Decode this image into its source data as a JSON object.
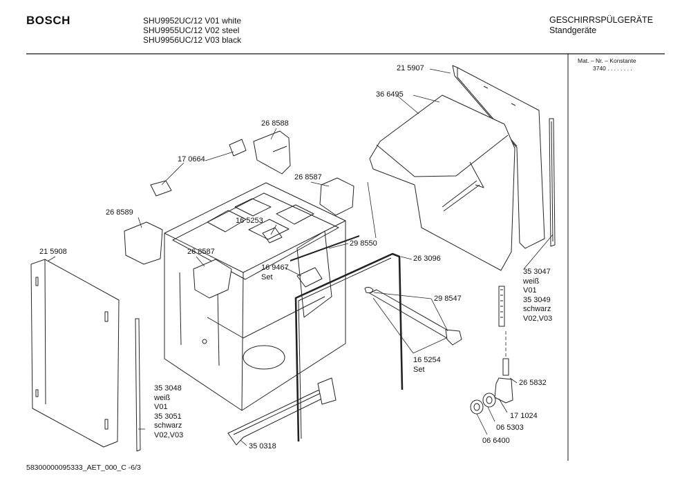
{
  "header": {
    "brand": "BOSCH",
    "models": [
      "SHU9952UC/12 V01 white",
      "SHU9955UC/12 V02 steel",
      "SHU9956UC/12 V03 black"
    ],
    "category_title": "GESCHIRRSPÜLGERÄTE",
    "category_sub": "Standgeräte"
  },
  "side_box": {
    "line1": "Mat. – Nr. – Konstante",
    "line2": "3740 . . . . . . . ."
  },
  "footer": {
    "doc_id": "58300000095333_AET_000_C -6/3"
  },
  "parts": {
    "p215907": "21 5907",
    "p366495": "36 6495",
    "p268588": "26 8588",
    "p170664": "17 0664",
    "p268587a": "26 8587",
    "p268589": "26 8589",
    "p165253": "16 5253",
    "p215908": "21 5908",
    "p268587b": "26 8587",
    "p169467": "16 9467",
    "p169467_set": "Set",
    "p298550": "29 8550",
    "p263096": "26 3096",
    "p353047": "35 3047",
    "p353047_l2": "weiß",
    "p353047_l3": "V01",
    "p353049": "35 3049",
    "p353049_l2": "schwarz",
    "p353049_l3": "V02,V03",
    "p298547": "29 8547",
    "p165254": "16 5254",
    "p165254_set": "Set",
    "p265832": "26 5832",
    "p353048": "35 3048",
    "p353048_l2": "weiß",
    "p353048_l3": "V01",
    "p353051": "35 3051",
    "p353051_l2": "schwarz",
    "p353051_l3": "V02,V03",
    "p171024": "17 1024",
    "p065303": "06 5303",
    "p350318": "35 0318",
    "p066400": "06 6400"
  }
}
